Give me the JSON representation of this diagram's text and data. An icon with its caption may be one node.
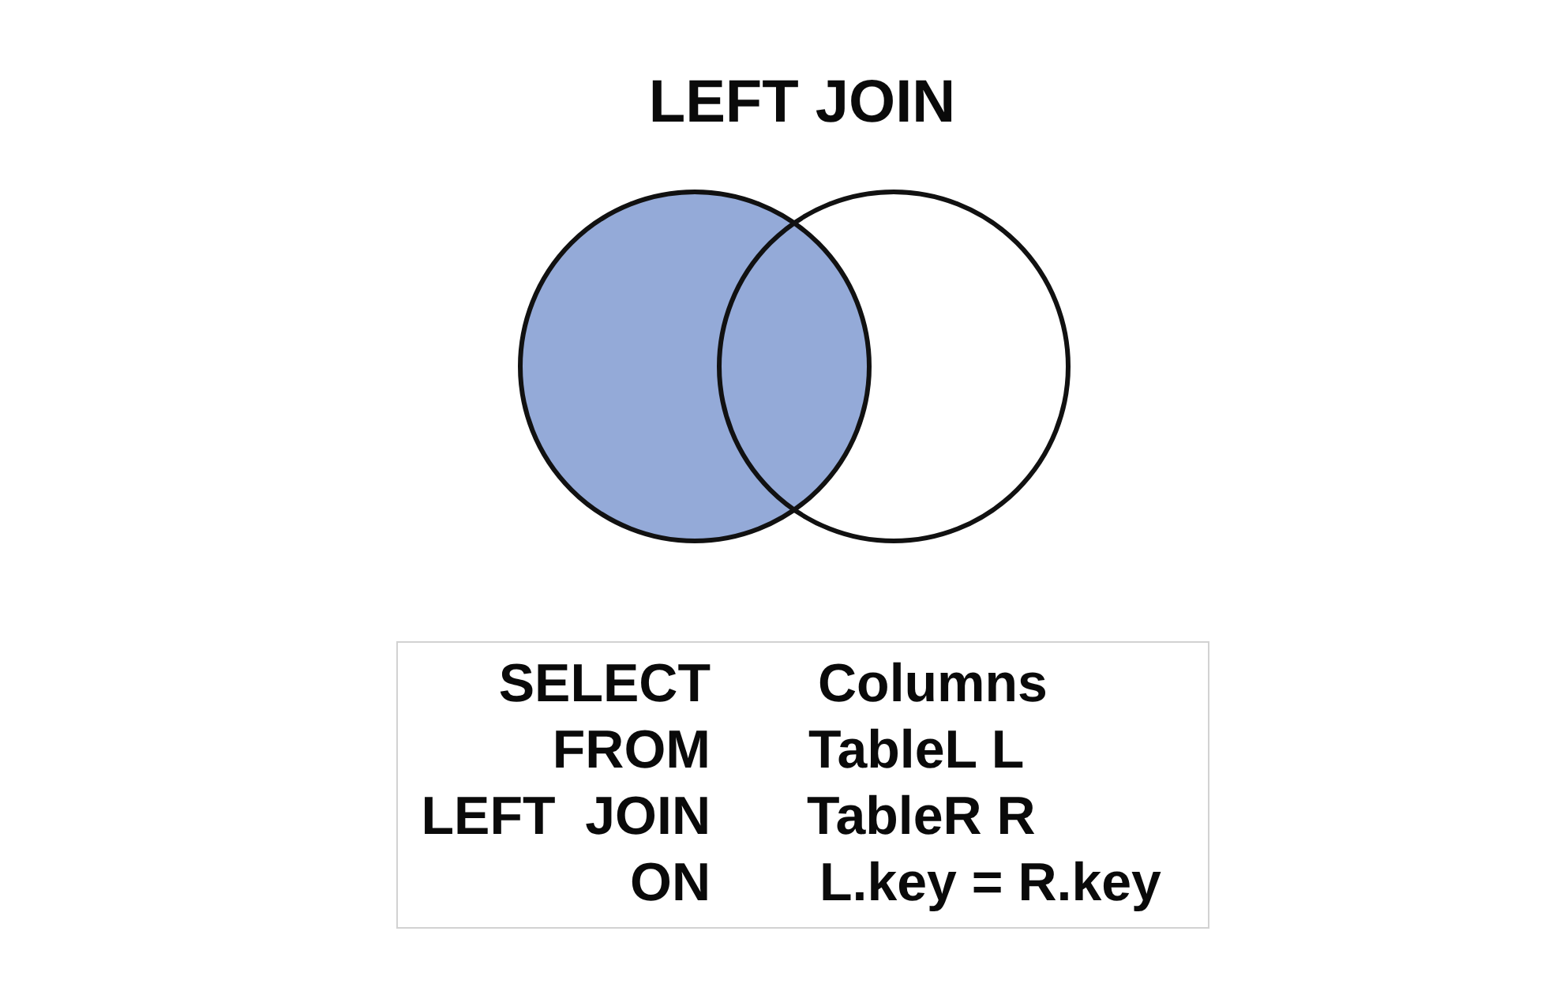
{
  "diagram": {
    "title": "LEFT JOIN",
    "nodes": [
      {
        "text": [],
        "shape": "circle"
      },
      {
        "text": [],
        "shape": "circle"
      },
      {
        "text": [
          "SELECT",
          "Columns",
          "FROM",
          "TableL L",
          "LEFT  JOIN",
          "TableR R",
          "ON",
          "L.key = R.key"
        ]
      }
    ],
    "edges": []
  }
}
